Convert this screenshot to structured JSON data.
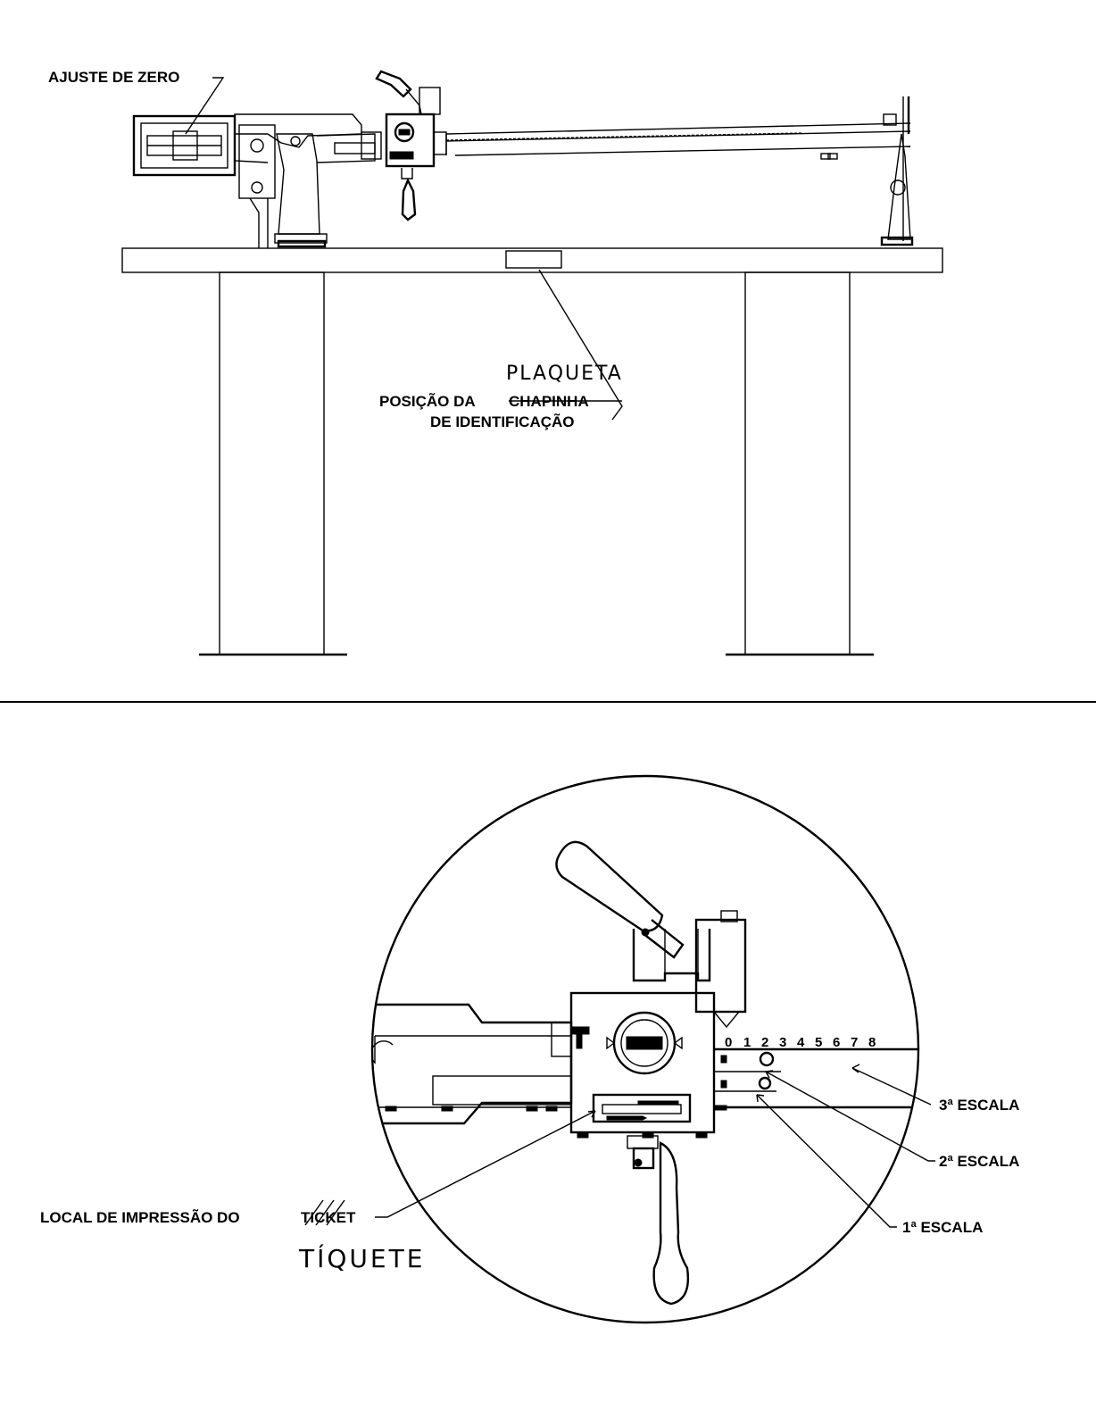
{
  "top_view": {
    "label_zero_adjust": "AJUSTE DE ZERO",
    "label_plate_line1": "POSIÇÃO DA CHAPINHA",
    "label_plate_prefix": "POSIÇÃO DA",
    "label_plate_struck": "CHAPINHA",
    "label_plate_line2": "DE IDENTIFICAÇÃO",
    "handwritten_correction": "PLAQUETA"
  },
  "detail_view": {
    "label_ticket_prefix": "LOCAL DE IMPRESSÃO DO",
    "label_ticket_struck": "TICKET",
    "handwritten_correction": "TÍQUETE",
    "scale_3": "3ª ESCALA",
    "scale_2": "2ª ESCALA",
    "scale_1": "1ª ESCALA",
    "scale_ticks": [
      "0",
      "1",
      "2",
      "3",
      "4",
      "5",
      "6",
      "7",
      "8"
    ]
  }
}
